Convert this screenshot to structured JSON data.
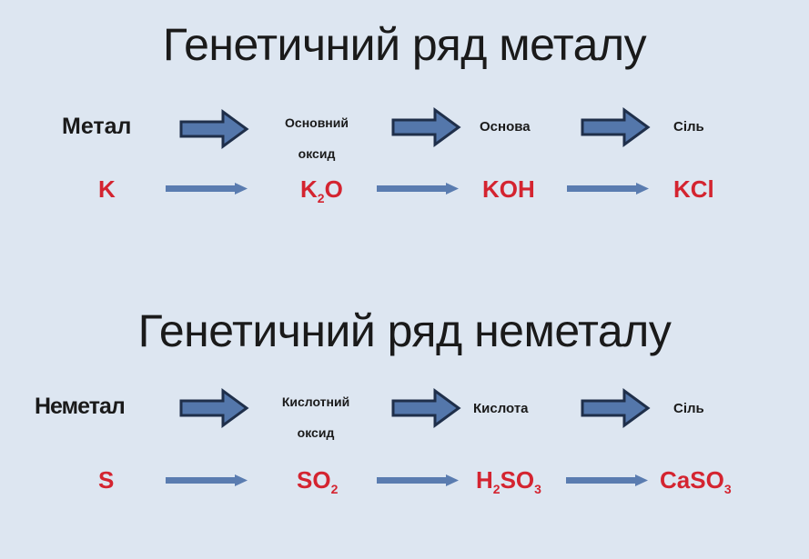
{
  "metal_series": {
    "title": "Генетичний ряд металу",
    "labels": {
      "start": "Метал",
      "oxide_line1": "Основний",
      "oxide_line2": "оксид",
      "base": "Основа",
      "salt": "Сіль"
    },
    "chem": {
      "element": "K",
      "oxide": "K",
      "oxide_sub": "2",
      "oxide_tail": "O",
      "base": "KOH",
      "salt": "KCl"
    }
  },
  "nonmetal_series": {
    "title": "Генетичний ряд неметалу",
    "labels": {
      "start": "Неметал",
      "oxide_line1": "Кислотний",
      "oxide_line2": "оксид",
      "acid": "Кислота",
      "salt": "Сіль"
    },
    "chem": {
      "element": "S",
      "oxide": "SO",
      "oxide_sub": "2",
      "acid_h": "H",
      "acid_h_sub": "2",
      "acid_so": "SO",
      "acid_so_sub": "3",
      "salt": "CaSO",
      "salt_sub": "3"
    }
  },
  "colors": {
    "background": "#dde6f1",
    "chem_text": "#d42430",
    "arrow_fill": "#4f73a8",
    "arrow_stroke": "#1f2f4a"
  }
}
